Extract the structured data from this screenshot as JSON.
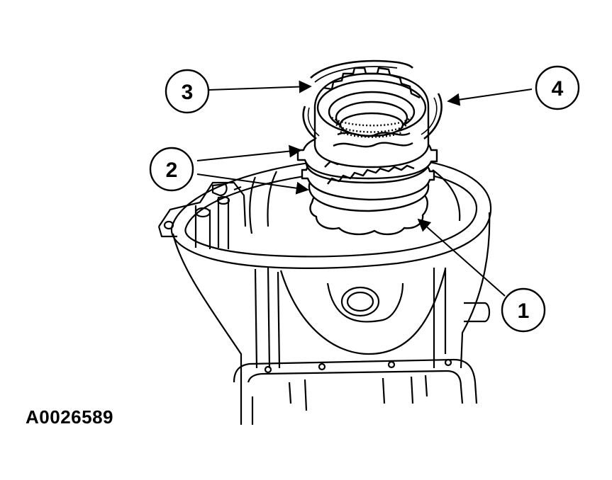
{
  "figure_id": "A0026589",
  "callouts": [
    {
      "number": "1"
    },
    {
      "number": "2"
    },
    {
      "number": "3"
    },
    {
      "number": "4"
    }
  ],
  "colors": {
    "line": "#000000",
    "background": "#ffffff"
  }
}
